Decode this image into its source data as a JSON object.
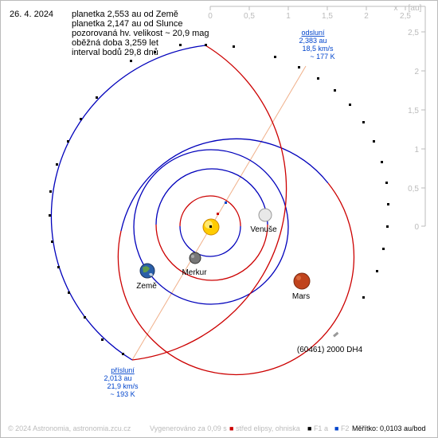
{
  "date": "26. 4. 2024",
  "info": {
    "earth_distance": "planetka 2,553 au od Země",
    "sun_distance": "planetka 2,147 au od Slunce",
    "magnitude": "pozorovaná hv. velikost ~ 20,9 mag",
    "period": "oběžná doba 3,259 let",
    "interval": "interval bodů 29,8 dnů"
  },
  "x_axis": {
    "unit": "[au]",
    "x_label": "x",
    "ticks": [
      "0",
      "0,5",
      "1",
      "1,5",
      "2",
      "2,5"
    ]
  },
  "y_axis": {
    "ticks": [
      "2,5",
      "2",
      "1,5",
      "1",
      "0,5",
      "0"
    ]
  },
  "aphelion": {
    "title": "odsluní",
    "distance": "2,383 au",
    "speed": "18,5 km/s",
    "temperature": "~ 177 K"
  },
  "perihelion": {
    "title": "přísluní",
    "distance": "2,013 au",
    "speed": "21,9 km/s",
    "temperature": "~ 193 K"
  },
  "bodies": {
    "venus": "Venuše",
    "mercury": "Merkur",
    "earth": "Země",
    "mars": "Mars",
    "asteroid": "(60461) 2000 DH4"
  },
  "footer": {
    "copyright": "© 2024 Astronomia, astronomia.zcu.cz",
    "generated": "Vygenerováno za 0,09 s",
    "center_legend": "střed elipsy, ohniska",
    "f1": "F1 a",
    "f2": "F2",
    "scale": "Měřítko: 0,0103 au/bod"
  },
  "colors": {
    "orbit_above": "#cc0000",
    "orbit_below": "#0000bb",
    "axis": "#bbbbbb",
    "apsis_line": "#f0b08a",
    "label_blue": "#0044cc"
  }
}
